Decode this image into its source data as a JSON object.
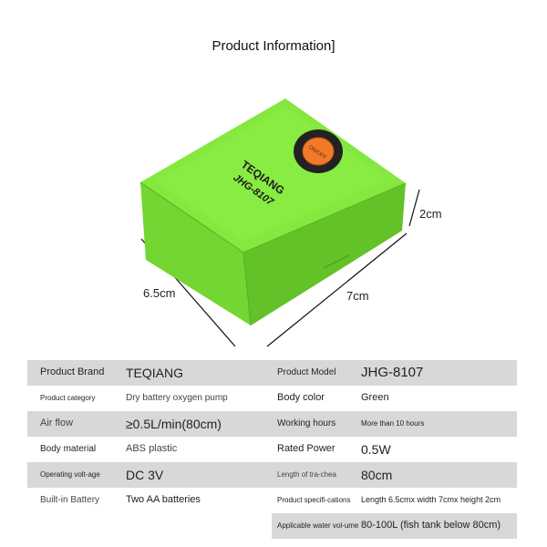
{
  "title": "Product Information]",
  "product": {
    "brand_print": "TEQIANG",
    "model_print": "JHG-8107",
    "switch_label": "ON/OFF",
    "color": "#7be13a"
  },
  "dimensions": {
    "width": "6.5cm",
    "length": "7cm",
    "height": "2cm"
  },
  "specs": [
    {
      "label_left": "Product Brand",
      "value_left": "TEQIANG",
      "label_right": "Product Model",
      "value_right": "JHG-8107"
    },
    {
      "label_left": "Product category",
      "value_left": "Dry battery oxygen pump",
      "label_right": "Body color",
      "value_right": "Green"
    },
    {
      "label_left": "Air flow",
      "value_left": "≥0.5L/min(80cm)",
      "label_right": "Working hours",
      "value_right": "More than 10 hours"
    },
    {
      "label_left": "Body material",
      "value_left": "ABS plastic",
      "label_right": "Rated Power",
      "value_right": "0.5W"
    },
    {
      "label_left": "Operating volt-age",
      "value_left": "DC 3V",
      "label_right": "Length of tra-chea",
      "value_right": "80cm"
    },
    {
      "label_left": "Built-in Battery",
      "value_left": "Two AA batteries",
      "label_right": "Product specifi-cations",
      "value_right": "Length 6.5cmx width 7cmx height 2cm"
    },
    {
      "label_left": "",
      "value_left": "",
      "label_right": "Applicable water vol-ume",
      "value_right": "80-100L (fish tank below 80cm)"
    }
  ]
}
